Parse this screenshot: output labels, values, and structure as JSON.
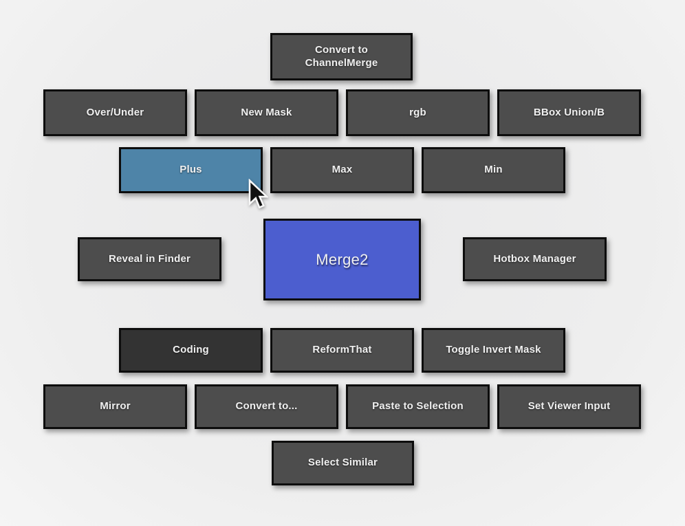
{
  "colors": {
    "background": "#e9e9ea",
    "button_bg": "#4d4d4d",
    "button_border": "#0d0d0d",
    "highlight_bg": "#4e84a8",
    "center_bg": "#4c5ecf",
    "coding_bg": "#333333",
    "text": "#f0f0f0"
  },
  "icons": {
    "cursor": "arrow-pointer"
  },
  "buttons": {
    "convert_channelmerge": "Convert to ChannelMerge",
    "over_under": "Over/Under",
    "new_mask": "New Mask",
    "rgb": "rgb",
    "bbox_union": "BBox Union/B",
    "plus": "Plus",
    "max": "Max",
    "min": "Min",
    "reveal_in_finder": "Reveal in Finder",
    "center_node": "Merge2",
    "hotbox_manager": "Hotbox Manager",
    "coding": "Coding",
    "reformthat": "ReformThat",
    "toggle_invert_mask": "Toggle Invert Mask",
    "mirror": "Mirror",
    "convert_to": "Convert to...",
    "paste_to_selection": "Paste to Selection",
    "set_viewer_input": "Set Viewer Input",
    "select_similar": "Select Similar"
  }
}
